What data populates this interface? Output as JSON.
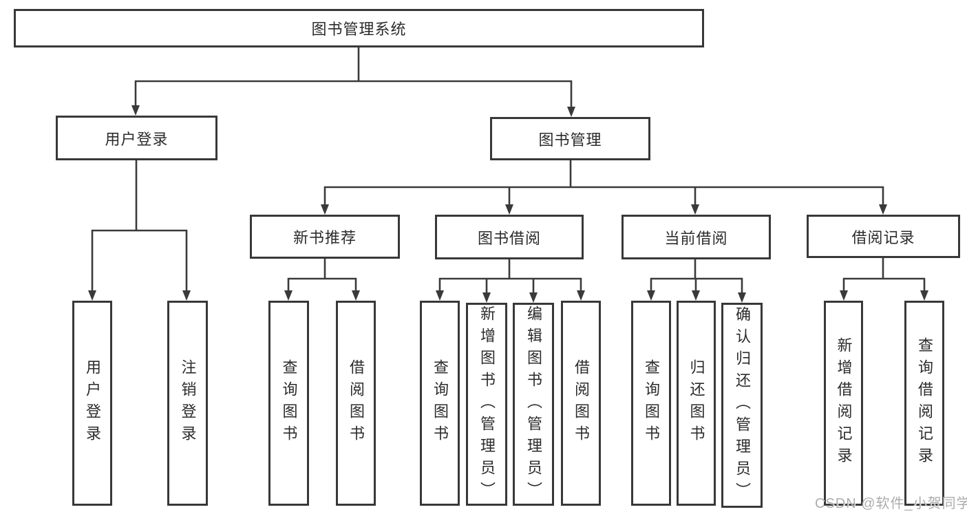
{
  "colors": {
    "line": "#3a3a3a",
    "box_border": "#383838",
    "text": "#2b2b2b",
    "watermark": "#acacac",
    "background": "#ffffff"
  },
  "watermark": {
    "text": "CSDN @软件_小贺同学"
  },
  "tree": {
    "label": "图书管理系统",
    "children": [
      {
        "label": "用户登录",
        "children": [
          {
            "label": "用户登录"
          },
          {
            "label": "注销登录"
          }
        ]
      },
      {
        "label": "图书管理",
        "children": [
          {
            "label": "新书推荐",
            "children": [
              {
                "label": "查询图书"
              },
              {
                "label": "借阅图书"
              }
            ]
          },
          {
            "label": "图书借阅",
            "children": [
              {
                "label": "查询图书"
              },
              {
                "label": "新增图书（管理员）"
              },
              {
                "label": "编辑图书（管理员）"
              },
              {
                "label": "借阅图书"
              }
            ]
          },
          {
            "label": "当前借阅",
            "children": [
              {
                "label": "查询图书"
              },
              {
                "label": "归还图书"
              },
              {
                "label": "确认归还（管理员）"
              }
            ]
          },
          {
            "label": "借阅记录",
            "children": [
              {
                "label": "新增借阅记录"
              },
              {
                "label": "查询借阅记录"
              }
            ]
          }
        ]
      }
    ]
  }
}
